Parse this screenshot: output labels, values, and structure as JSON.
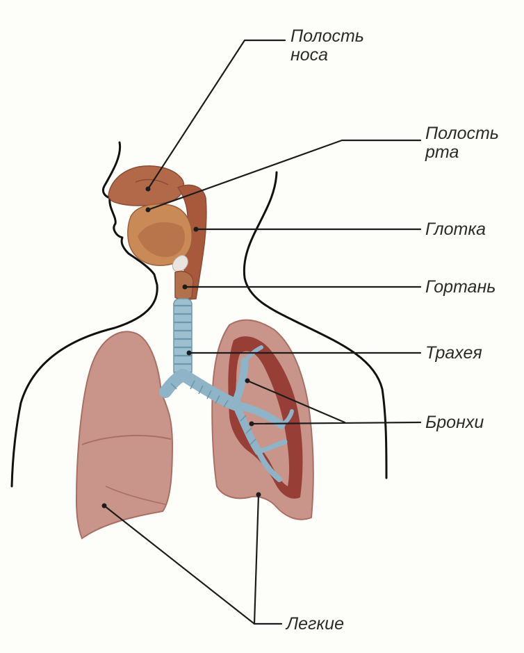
{
  "colors": {
    "background": "#fdfdfa",
    "body_outline": "#111111",
    "lung": "#c9958a",
    "lung_dark": "#a96e64",
    "nasal_cavity": "#b2694a",
    "oral_cavity": "#c98a58",
    "pharynx": "#a8593c",
    "trachea": "#9cc0d0",
    "bronchi": "#8fb4c8",
    "bronchial_tissue": "#8e2f28",
    "label_text": "#2b2b2b"
  },
  "labels": {
    "nasal_cavity": {
      "line1": "Полость",
      "line2": "носа"
    },
    "oral_cavity": {
      "line1": "Полость",
      "line2": "рта"
    },
    "pharynx": "Глотка",
    "larynx": "Гортань",
    "trachea": "Трахея",
    "bronchi": "Бронхи",
    "lungs": "Легкие"
  }
}
